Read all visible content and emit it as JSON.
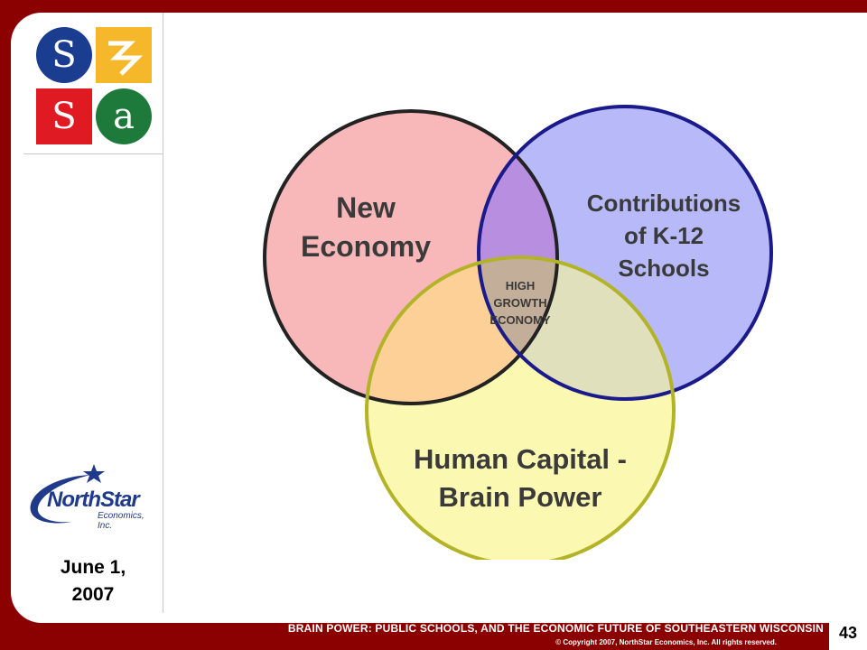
{
  "logo": {
    "letters": [
      "S",
      "S",
      "a"
    ],
    "colors": {
      "blue": "#1a3d8f",
      "yellow": "#f4b82a",
      "red": "#e01a22",
      "green": "#1e7a3a"
    }
  },
  "northstar": {
    "name": "NorthStar",
    "sub": "Economics, Inc."
  },
  "date": {
    "line1": "June 1,",
    "line2": "2007"
  },
  "venn": {
    "circle_new": {
      "line1": "New",
      "line2": "Economy",
      "color": "#f8b7b9"
    },
    "circle_k12": {
      "line1": "Contributions",
      "line2": "of K-12",
      "line3": "Schools",
      "color": "#b7b9f9"
    },
    "circle_human": {
      "line1": "Human Capital -",
      "line2": "Brain Power",
      "color": "#fbf8b1"
    },
    "center": {
      "line1": "HIGH",
      "line2": "GROWTH",
      "line3": "ECONOMY"
    }
  },
  "footer": {
    "title": "BRAIN POWER: PUBLIC SCHOOLS, AND THE ECONOMIC FUTURE OF SOUTHEASTERN WISCONSIN",
    "copyright": "© Copyright 2007, NorthStar Economics, Inc. All rights reserved.",
    "page": "43"
  }
}
